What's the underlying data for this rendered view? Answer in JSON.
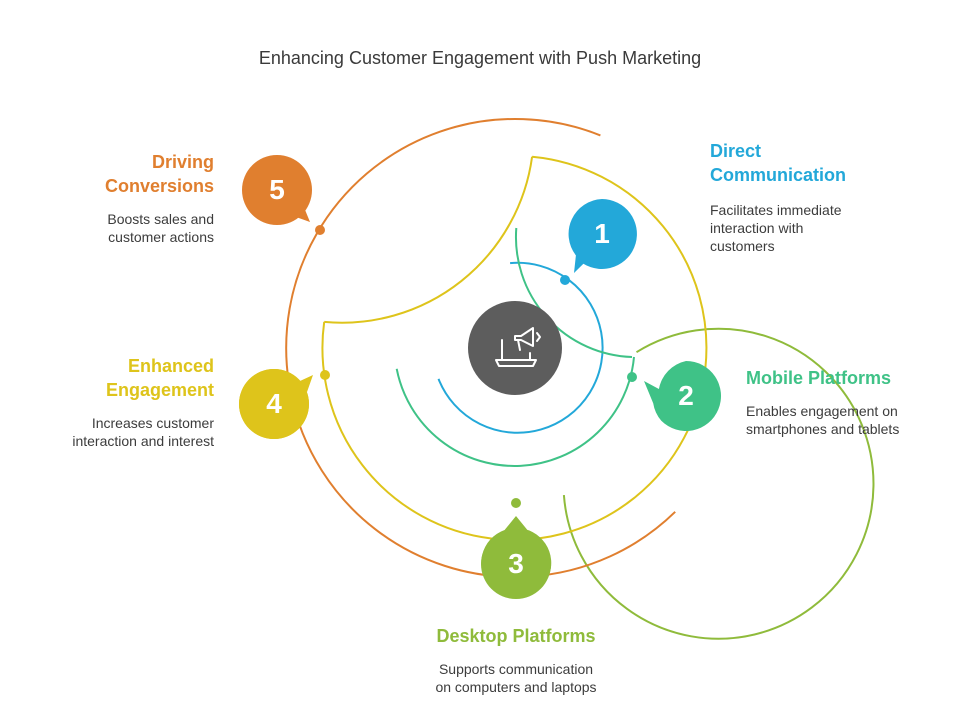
{
  "title": "Enhancing Customer Engagement with Push Marketing",
  "center_icon": "megaphone-laptop-icon",
  "colors": {
    "orange": "#e07f2f",
    "yellow": "#dec41b",
    "green": "#8fbb3b",
    "teal": "#3fc287",
    "blue": "#23a8d9",
    "center": "#5d5d5d"
  },
  "items": [
    {
      "number": "1",
      "title_line1": "Direct",
      "title_line2": "Communication",
      "desc_line1": "Facilitates immediate",
      "desc_line2": "interaction with",
      "desc_line3": "customers"
    },
    {
      "number": "2",
      "title": "Mobile Platforms",
      "desc_line1": "Enables engagement on",
      "desc_line2": "smartphones and tablets"
    },
    {
      "number": "3",
      "title": "Desktop Platforms",
      "desc_line1": "Supports communication",
      "desc_line2": "on computers and laptops"
    },
    {
      "number": "4",
      "title_line1": "Enhanced",
      "title_line2": "Engagement",
      "desc_line1": "Increases customer",
      "desc_line2": "interaction and interest"
    },
    {
      "number": "5",
      "title_line1": "Driving",
      "title_line2": "Conversions",
      "desc_line1": "Boosts sales and",
      "desc_line2": "customer actions"
    }
  ]
}
